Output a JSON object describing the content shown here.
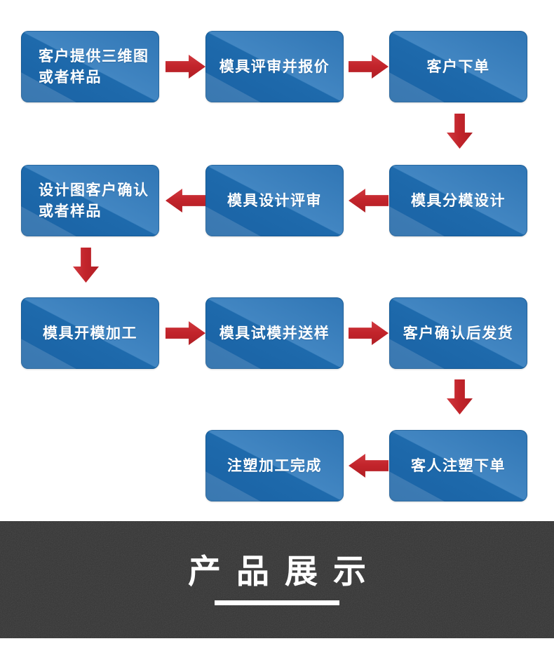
{
  "flow": {
    "boxes": [
      {
        "id": "step-1",
        "label": "客户提供三维图\n或者样品"
      },
      {
        "id": "step-2",
        "label": "模具评审并报价"
      },
      {
        "id": "step-3",
        "label": "客户下单"
      },
      {
        "id": "step-4",
        "label": "模具分模设计"
      },
      {
        "id": "step-5",
        "label": "模具设计评审"
      },
      {
        "id": "step-6",
        "label": "设计图客户确认\n或者样品"
      },
      {
        "id": "step-7",
        "label": "模具开模加工"
      },
      {
        "id": "step-8",
        "label": "模具试模并送样"
      },
      {
        "id": "step-9",
        "label": "客户确认后发货"
      },
      {
        "id": "step-10",
        "label": "客人注塑下单"
      },
      {
        "id": "step-11",
        "label": "注塑加工完成"
      }
    ],
    "connections": [
      {
        "from": "客户提供三维图或者样品",
        "to": "模具评审并报价",
        "direction": "right"
      },
      {
        "from": "模具评审并报价",
        "to": "客户下单",
        "direction": "right"
      },
      {
        "from": "客户下单",
        "to": "模具分模设计",
        "direction": "down"
      },
      {
        "from": "模具分模设计",
        "to": "模具设计评审",
        "direction": "left"
      },
      {
        "from": "模具设计评审",
        "to": "设计图客户确认或者样品",
        "direction": "left"
      },
      {
        "from": "设计图客户确认或者样品",
        "to": "模具开模加工",
        "direction": "down"
      },
      {
        "from": "模具开模加工",
        "to": "模具试模并送样",
        "direction": "right"
      },
      {
        "from": "模具试模并送样",
        "to": "客户确认后发货",
        "direction": "right"
      },
      {
        "from": "客户确认后发货",
        "to": "客人注塑下单",
        "direction": "down"
      },
      {
        "from": "客人注塑下单",
        "to": "注塑加工完成",
        "direction": "left"
      }
    ]
  },
  "banner": {
    "title": "产品展示"
  },
  "colors": {
    "box_blue_dark": "#1e6aac",
    "box_blue_light": "#4286c2",
    "arrow_red": "#c2242b",
    "banner_background": "#343434",
    "text": "#ffffff"
  }
}
